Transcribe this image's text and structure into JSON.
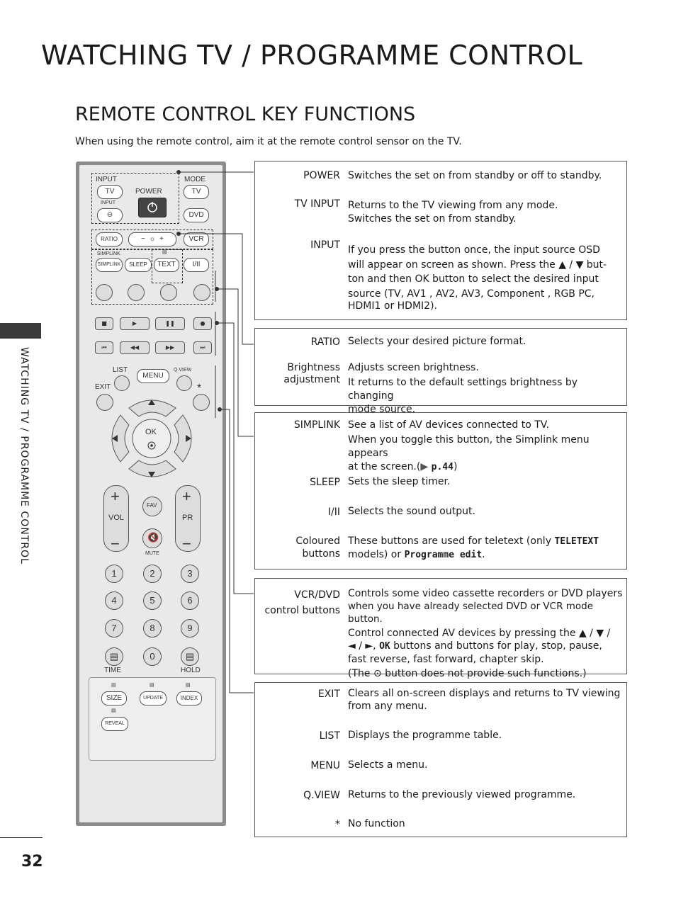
{
  "page": {
    "title": "WATCHING TV / PROGRAMME CONTROL",
    "subtitle": "REMOTE CONTROL KEY FUNCTIONS",
    "intro": "When using the remote control, aim it at the remote control sensor on the TV.",
    "side_label": "WATCHING TV / PROGRAMME CONTROL",
    "page_number": "32"
  },
  "remote": {
    "input_label": "INPUT",
    "tv_label": "TV",
    "power_label": "POWER",
    "mode_label": "MODE",
    "mode_tv": "TV",
    "input_small": "INPUT",
    "dvd": "DVD",
    "ratio": "RATIO",
    "vcr": "VCR",
    "simplink_logo": "SIMPLINK",
    "simplink": "SIMPLINK",
    "sleep": "SLEEP",
    "text": "TEXT",
    "i_ii": "I/II",
    "list": "LIST",
    "menu": "MENU",
    "qview": "Q.VIEW",
    "exit": "EXIT",
    "star": "*",
    "ok": "OK",
    "vol": "VOL",
    "pr": "PR",
    "fav": "FAV",
    "mute": "MUTE",
    "numbers": [
      "1",
      "2",
      "3",
      "4",
      "5",
      "6",
      "7",
      "8",
      "9",
      "0"
    ],
    "time": "TIME",
    "hold": "HOLD",
    "size": "SIZE",
    "update": "UPDATE",
    "index": "INDEX",
    "reveal": "REVEAL"
  },
  "box1": {
    "power_key": "POWER",
    "power_desc": "Switches the set on from standby or off to standby.",
    "tvinput_key": "TV INPUT",
    "tvinput_desc1": "Returns to the TV viewing from any mode.",
    "tvinput_desc2": "Switches the set on from standby.",
    "input_key": "INPUT",
    "input_desc1": "If you press the button once, the input source OSD",
    "input_desc2a": "will appear on screen as shown. Press the ▲ / ▼ but-",
    "input_desc3": "ton and then OK button to select the desired input",
    "input_desc4": "source (TV, AV1 , AV2, AV3, Component , RGB PC,",
    "input_desc5": "HDMI1 or HDMI2)."
  },
  "box2": {
    "ratio_key": "RATIO",
    "ratio_desc": "Selects your desired picture format.",
    "bright_key1": "Brightness",
    "bright_key2": "adjustment",
    "bright_desc1": "Adjusts screen brightness.",
    "bright_desc2": "It returns to the default settings brightness by changing",
    "bright_desc3": "mode source."
  },
  "box3": {
    "simplink_key": "SIMPLINK",
    "simplink_desc1": "See a list of AV devices connected to TV.",
    "simplink_desc2": "When you toggle this button, the Simplink menu appears",
    "simplink_desc3a": "at the screen.(",
    "simplink_desc3b": "p.44",
    "simplink_desc3c": ")",
    "sleep_key": "SLEEP",
    "sleep_desc": "Sets the sleep timer.",
    "i_ii_key": "I/II",
    "i_ii_desc": "Selects the sound output.",
    "coloured_key1": "Coloured",
    "coloured_key2": "buttons",
    "coloured_desc1a": "These buttons are used for teletext (only ",
    "coloured_desc1b": "TELETEXT",
    "coloured_desc2a": "models) or ",
    "coloured_desc2b": "Programme edit",
    "coloured_desc2c": "."
  },
  "box4": {
    "vcr_key1": "VCR/DVD",
    "vcr_key2": "control buttons",
    "vcr_desc1": "Controls some video cassette recorders or DVD players",
    "vcr_desc2": "when you have already selected DVD or VCR mode button.",
    "vcr_desc3": "Control connected AV devices by pressing the ▲ / ▼ /",
    "vcr_desc4a": "◄ / ►, ",
    "vcr_desc4b": "OK",
    "vcr_desc4c": " buttons and buttons for play, stop, pause,",
    "vcr_desc5": "fast reverse, fast forward, chapter skip.",
    "vcr_desc6a": "(The ",
    "vcr_desc6b": " button does not provide such functions.)"
  },
  "box5": {
    "exit_key": "EXIT",
    "exit_desc1": "Clears all on-screen displays and returns to TV viewing",
    "exit_desc2": "from any menu.",
    "list_key": "LIST",
    "list_desc": "Displays the programme table.",
    "menu_key": "MENU",
    "menu_desc": "Selects a menu.",
    "qview_key": "Q.VIEW",
    "qview_desc": "Returns to the previously viewed programme.",
    "star_key": "*",
    "star_desc": "No function"
  }
}
